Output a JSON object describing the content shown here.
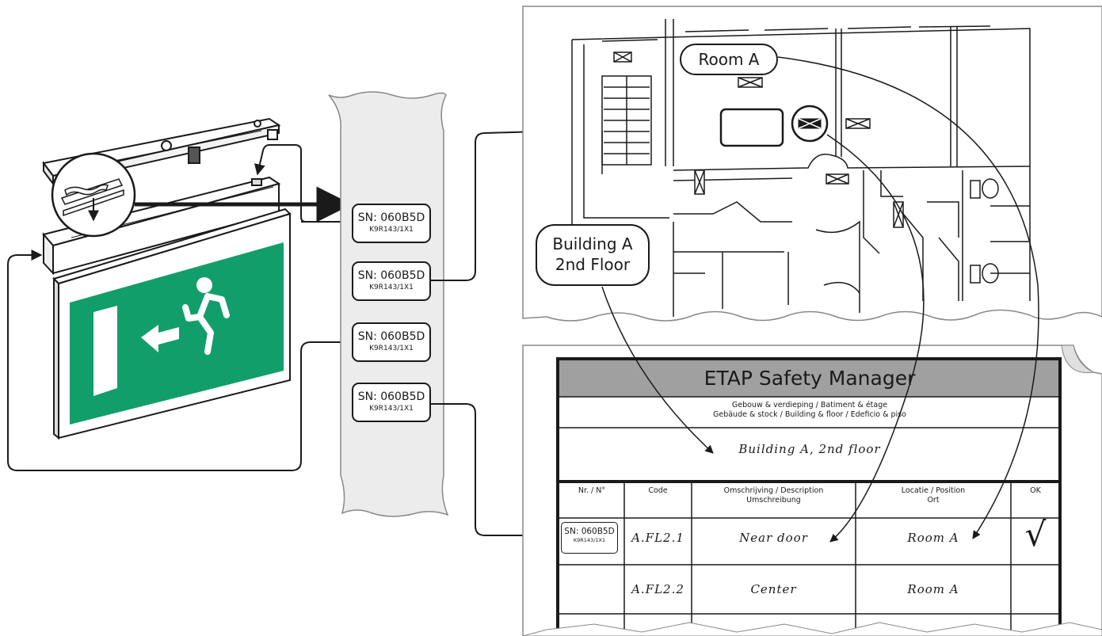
{
  "serial_labels": [
    {
      "sn": "SN: 060B5D",
      "code": "K9R143/1X1"
    },
    {
      "sn": "SN: 060B5D",
      "code": "K9R143/1X1"
    },
    {
      "sn": "SN: 060B5D",
      "code": "K9R143/1X1"
    },
    {
      "sn": "SN: 060B5D",
      "code": "K9R143/1X1"
    }
  ],
  "floorplan": {
    "room_callout": "Room A",
    "building_callout_line1": "Building A",
    "building_callout_line2": "2nd Floor"
  },
  "sheet": {
    "title": "ETAP Safety Manager",
    "subtitle_line1": "Gebouw & verdieping / Batiment & étage",
    "subtitle_line2": "Gebäude & stock / Building & floor / Edeficio & piso",
    "building_value": "Building A, 2nd floor",
    "headers": {
      "nr": "Nr. / N°",
      "code": "Code",
      "description_line1": "Omschrijving / Description",
      "description_line2": "Umschreibung",
      "location_line1": "Locatie / Position",
      "location_line2": "Ort",
      "ok": "OK"
    },
    "rows": [
      {
        "sn": "SN: 060B5D",
        "sn_code": "K9R143/1X1",
        "code": "A.FL2.1",
        "description": "Near door",
        "location": "Room A",
        "ok": "√"
      },
      {
        "code": "A.FL2.2",
        "description": "Center",
        "location": "Room A"
      }
    ]
  },
  "colors": {
    "sign_green": "#129e6a",
    "title_bar": "#a0a0a0",
    "tape": "#ececec",
    "line": "#1a1a1a"
  }
}
